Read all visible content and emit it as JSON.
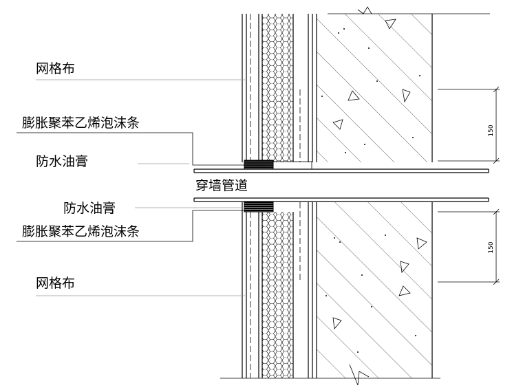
{
  "labels": {
    "mesh_top": "网格布",
    "foam_top": "膨胀聚苯乙烯泡沫条",
    "sealant_top": "防水油膏",
    "pipe": "穿墙管道",
    "sealant_bottom": "防水油膏",
    "foam_bottom": "膨胀聚苯乙烯泡沫条",
    "mesh_bottom": "网格布"
  },
  "dimensions": {
    "top": "150",
    "bottom": "150"
  },
  "colors": {
    "line": "#000000",
    "leader": "#9a9a9a",
    "background": "#ffffff"
  }
}
